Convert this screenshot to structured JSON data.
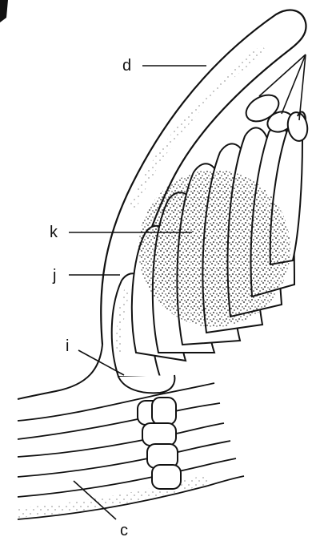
{
  "figure": {
    "labels": {
      "d": "d",
      "k": "k",
      "j": "j",
      "i": "i",
      "c": "c"
    }
  }
}
